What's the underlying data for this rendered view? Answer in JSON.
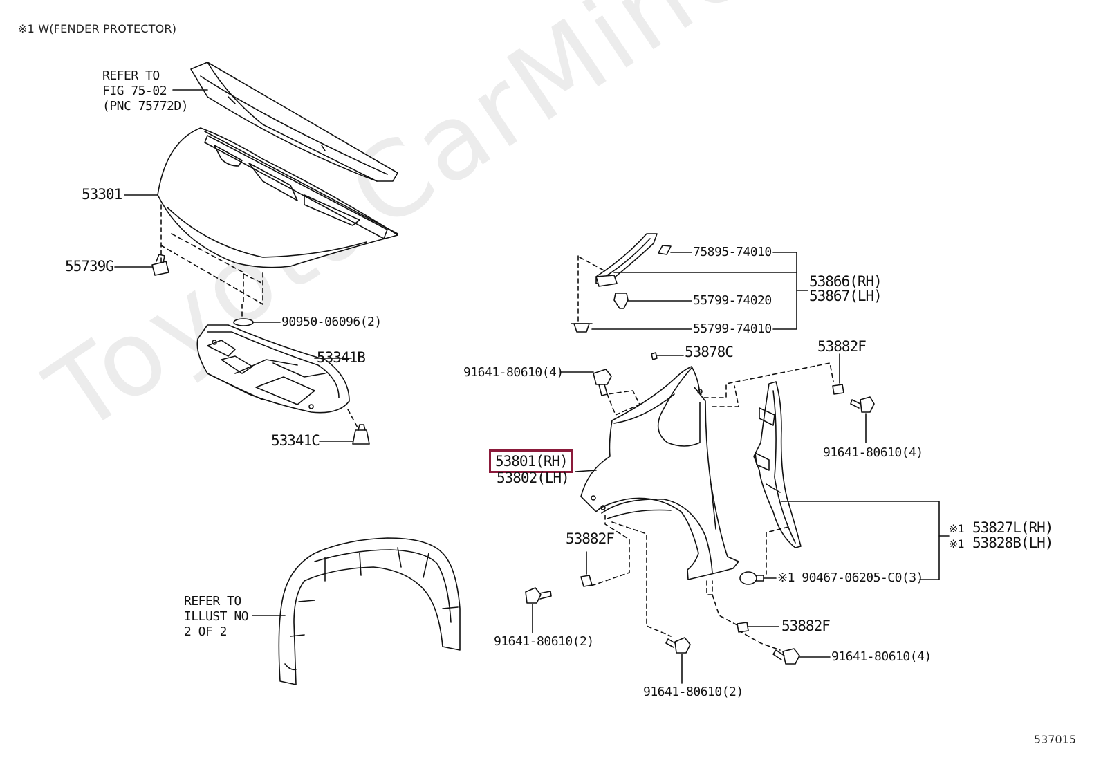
{
  "header": {
    "note": "※1 W(FENDER PROTECTOR)"
  },
  "watermark": {
    "text": "ToyotaCarMine.ru"
  },
  "figure_number": "537015",
  "highlight_color": "#8b1a3a",
  "labels": {
    "refer_fig": [
      "REFER TO",
      "FIG 75-02",
      "(PNC 75772D)"
    ],
    "hood": "53301",
    "hood_bumper": "55739G",
    "grommet": "90950-06096(2)",
    "insulator": "53341B",
    "insulator_clip": "53341C",
    "refer_illust": [
      "REFER TO",
      "ILLUST NO",
      "2 OF 2"
    ],
    "seal_top": "75895-74010",
    "clip_mid": "55799-74020",
    "clip_low": "55799-74010",
    "seal_set_rh": "53866(RH)",
    "seal_set_lh": "53867(LH)",
    "pad": "53878C",
    "bolt_top_left": "91641-80610(4)",
    "nut_top_right": "53882F",
    "bolt_right": "91641-80610(4)",
    "fender_rh": "53801(RH)",
    "fender_lh": "53802(LH)",
    "protector_rh": "53827L(RH)",
    "protector_lh": "53828B(LH)",
    "protector_mark": "※1",
    "protector_clip": "※1 90467-06205-C0(3)",
    "nut_lower_left": "53882F",
    "bolt_lower_left": "91641-80610(2)",
    "nut_lower_right": "53882F",
    "bolt_lower_right": "91641-80610(4)",
    "bolt_bottom": "91641-80610(2)"
  }
}
